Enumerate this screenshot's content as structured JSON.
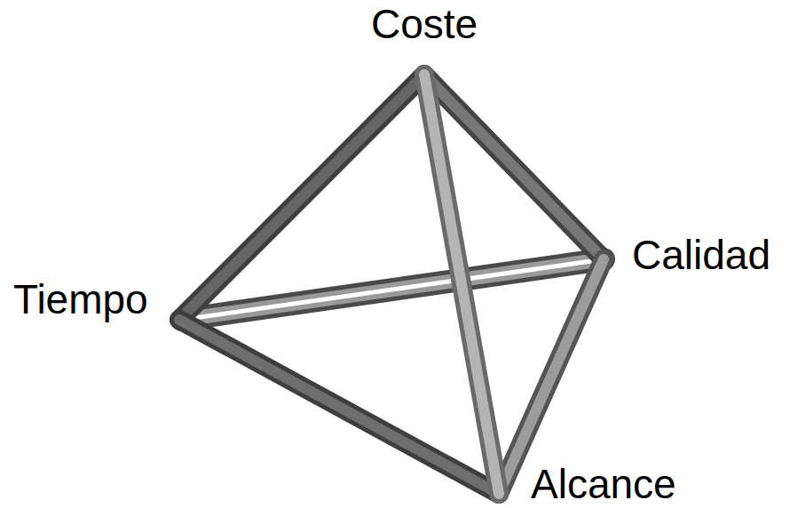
{
  "diagram": {
    "labels": [
      "Coste",
      "Calidad",
      "Tiempo",
      "Alcance"
    ]
  }
}
